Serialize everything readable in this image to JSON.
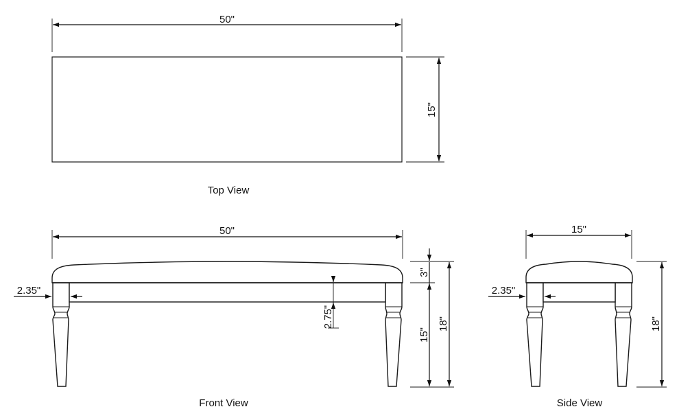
{
  "top_view": {
    "caption": "Top View",
    "width_label": "50\"",
    "depth_label": "15\""
  },
  "front_view": {
    "caption": "Front View",
    "width_label": "50\"",
    "cushion_label": "3\"",
    "seat_height_label": "15\"",
    "total_height_label": "18\"",
    "apron_label": "2.75\"",
    "leg_label": "2.35\""
  },
  "side_view": {
    "caption": "Side View",
    "width_label": "15\"",
    "total_height_label": "18\"",
    "leg_label": "2.35\""
  }
}
